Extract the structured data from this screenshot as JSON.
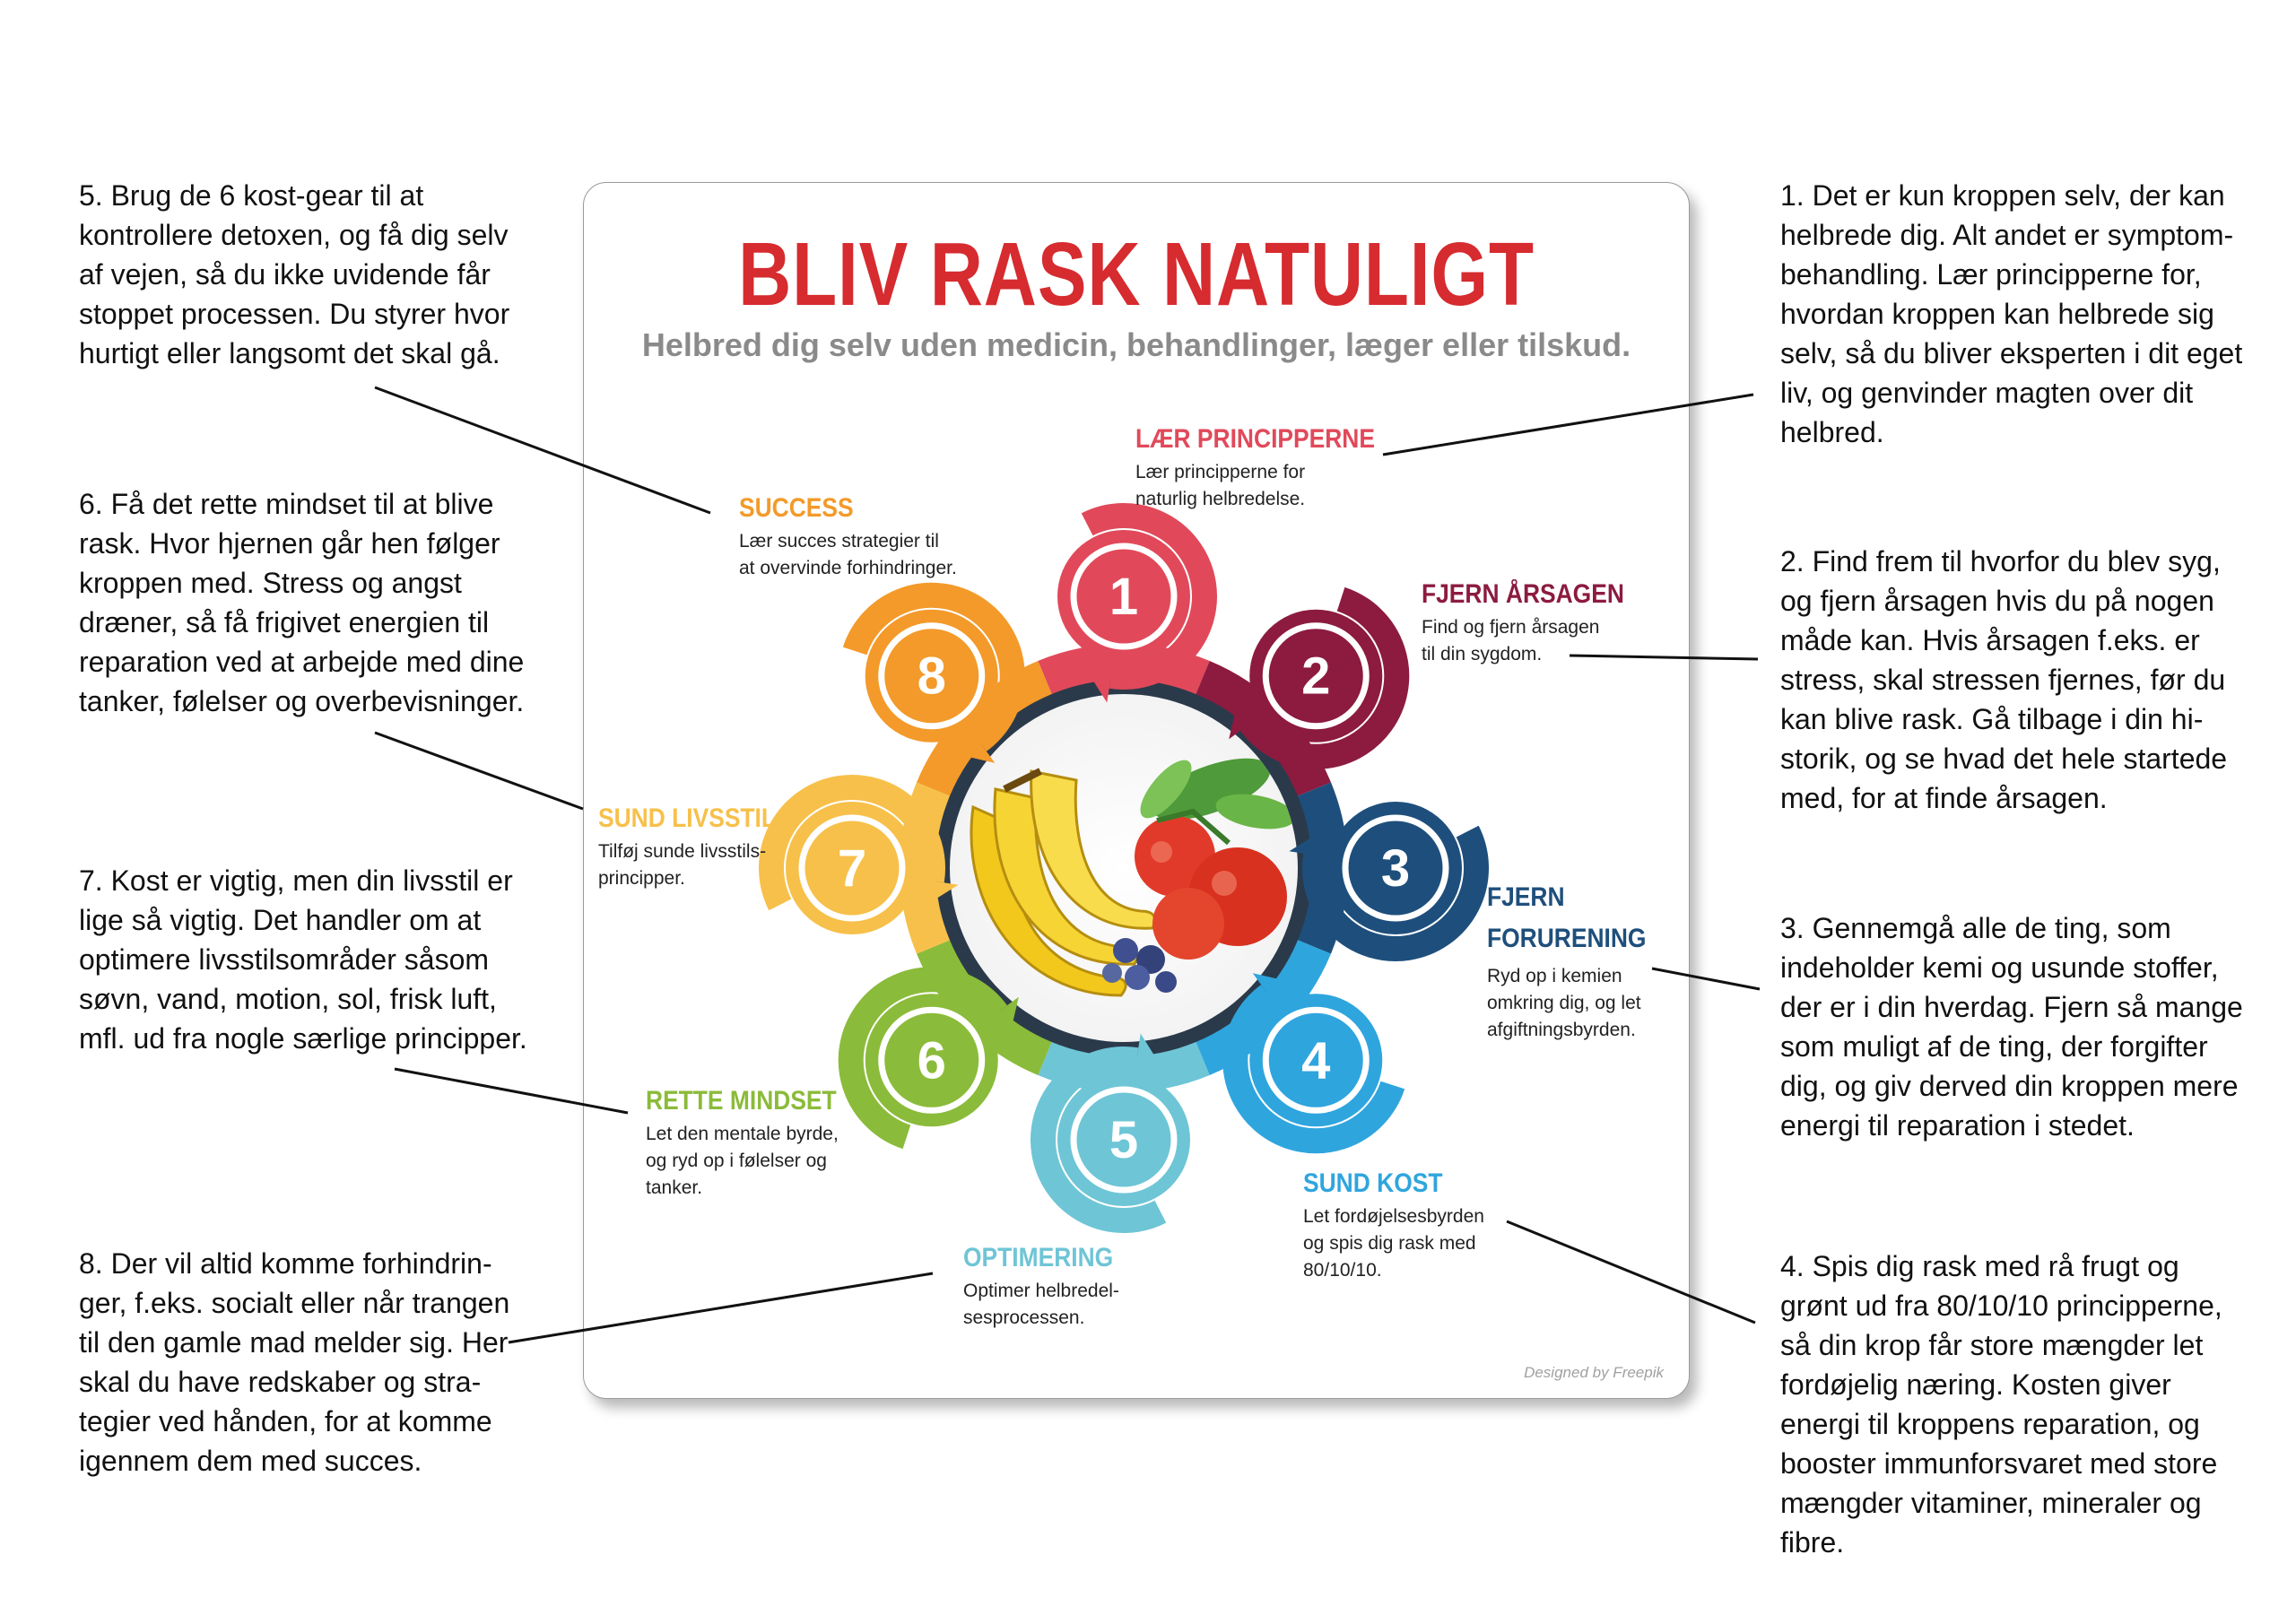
{
  "card": {
    "title": "BLIV RASK NATULIGT",
    "subtitle": "Helbred dig selv uden medicin, behandlinger, læger eller tilskud.",
    "credit": "Designed by Freepik"
  },
  "steps": [
    {
      "number": "1",
      "heading": "LÆR PRINCIPPERNE",
      "text": "Lær principperne for\nnaturlig helbredelse.",
      "color": "#e1495a"
    },
    {
      "number": "2",
      "heading": "FJERN ÅRSAGEN",
      "text": "Find og fjern årsagen\ntil din sygdom.",
      "color": "#8c1b3f"
    },
    {
      "number": "3",
      "heading": "FJERN\nFORURENING",
      "text": "Ryd op i kemien\nomkring dig, og let\nafgiftningsbyrden.",
      "color": "#1e4f7c"
    },
    {
      "number": "4",
      "heading": "SUND KOST",
      "text": "Let fordøjelsesbyrden\nog spis dig rask med\n80/10/10.",
      "color": "#2fa5de"
    },
    {
      "number": "5",
      "heading": "OPTIMERING",
      "text": "Optimer helbredel-\nsesprocessen.",
      "color": "#6ec5d6"
    },
    {
      "number": "6",
      "heading": "RETTE MINDSET",
      "text": "Let den mentale byrde,\nog ryd op i følelser og\ntanker.",
      "color": "#8bbb3a"
    },
    {
      "number": "7",
      "heading": "SUND LIVSSTIL",
      "text": "Tilføj sunde livsstils-\nprincipper.",
      "color": "#f7c04a"
    },
    {
      "number": "8",
      "heading": "SUCCESS",
      "text": "Lær succes strategier til\nat overvinde forhindringer.",
      "color": "#f39a2a"
    }
  ],
  "notes": [
    {
      "id": "1",
      "text": "1. Det er kun kroppen selv, der kan\nhelbrede dig. Alt andet er symptom-\nbehandling. Lær principperne for,\nhvordan kroppen kan helbrede sig\nselv, så du bliver eksperten i dit eget\nliv, og genvinder magten over dit\nhelbred."
    },
    {
      "id": "2",
      "text": "2. Find frem til hvorfor du blev syg,\nog fjern årsagen hvis du på nogen\nmåde kan. Hvis årsagen f.eks. er\nstress, skal stressen fjernes, før du\nkan blive rask. Gå tilbage i din hi-\nstorik, og se hvad det hele startede\nmed, for at finde årsagen."
    },
    {
      "id": "3",
      "text": "3. Gennemgå alle de ting, som\nindeholder kemi og usunde stoffer,\nder er i din hverdag. Fjern så mange\nsom muligt af de ting, der forgifter\ndig, og giv derved din kroppen mere\nenergi til reparation i stedet."
    },
    {
      "id": "4",
      "text": "4. Spis dig rask med rå frugt og\ngrønt ud fra 80/10/10 principperne,\nså din krop får store mængder let\nfordøjelig næring. Kosten giver\nenergi til kroppens reparation, og\nbooster immunforsvaret med store\nmængder vitaminer, mineraler og\nfibre."
    },
    {
      "id": "5",
      "text": "5. Brug de 6 kost-gear til at\nkontrollere detoxen, og få dig selv\naf vejen, så du ikke uvidende får\nstoppet processen. Du styrer hvor\nhurtigt eller langsomt det skal gå."
    },
    {
      "id": "6",
      "text": "6. Få det rette mindset til at blive\nrask. Hvor hjernen går hen følger\nkroppen med. Stress og angst\ndræner, så få frigivet energien til\nreparation ved at arbejde med dine\ntanker, følelser og overbevisninger."
    },
    {
      "id": "7",
      "text": "7. Kost er vigtig, men din livsstil er\nlige så vigtig. Det handler om at\noptimere livsstilsområder såsom\nsøvn, vand, motion, sol, frisk luft,\nmfl. ud fra nogle særlige principper."
    },
    {
      "id": "8",
      "text": "8. Der vil altid komme forhindrin-\nger, f.eks. socialt eller når trangen\ntil den gamle mad melder sig. Her\nskal du have redskaber og stra-\ntegier ved hånden, for at komme\nigennem dem med succes."
    }
  ],
  "colors": {
    "title": "#d62b2f",
    "subtitle": "#8a8a8a",
    "ring_inner": "#2b3a4a"
  }
}
